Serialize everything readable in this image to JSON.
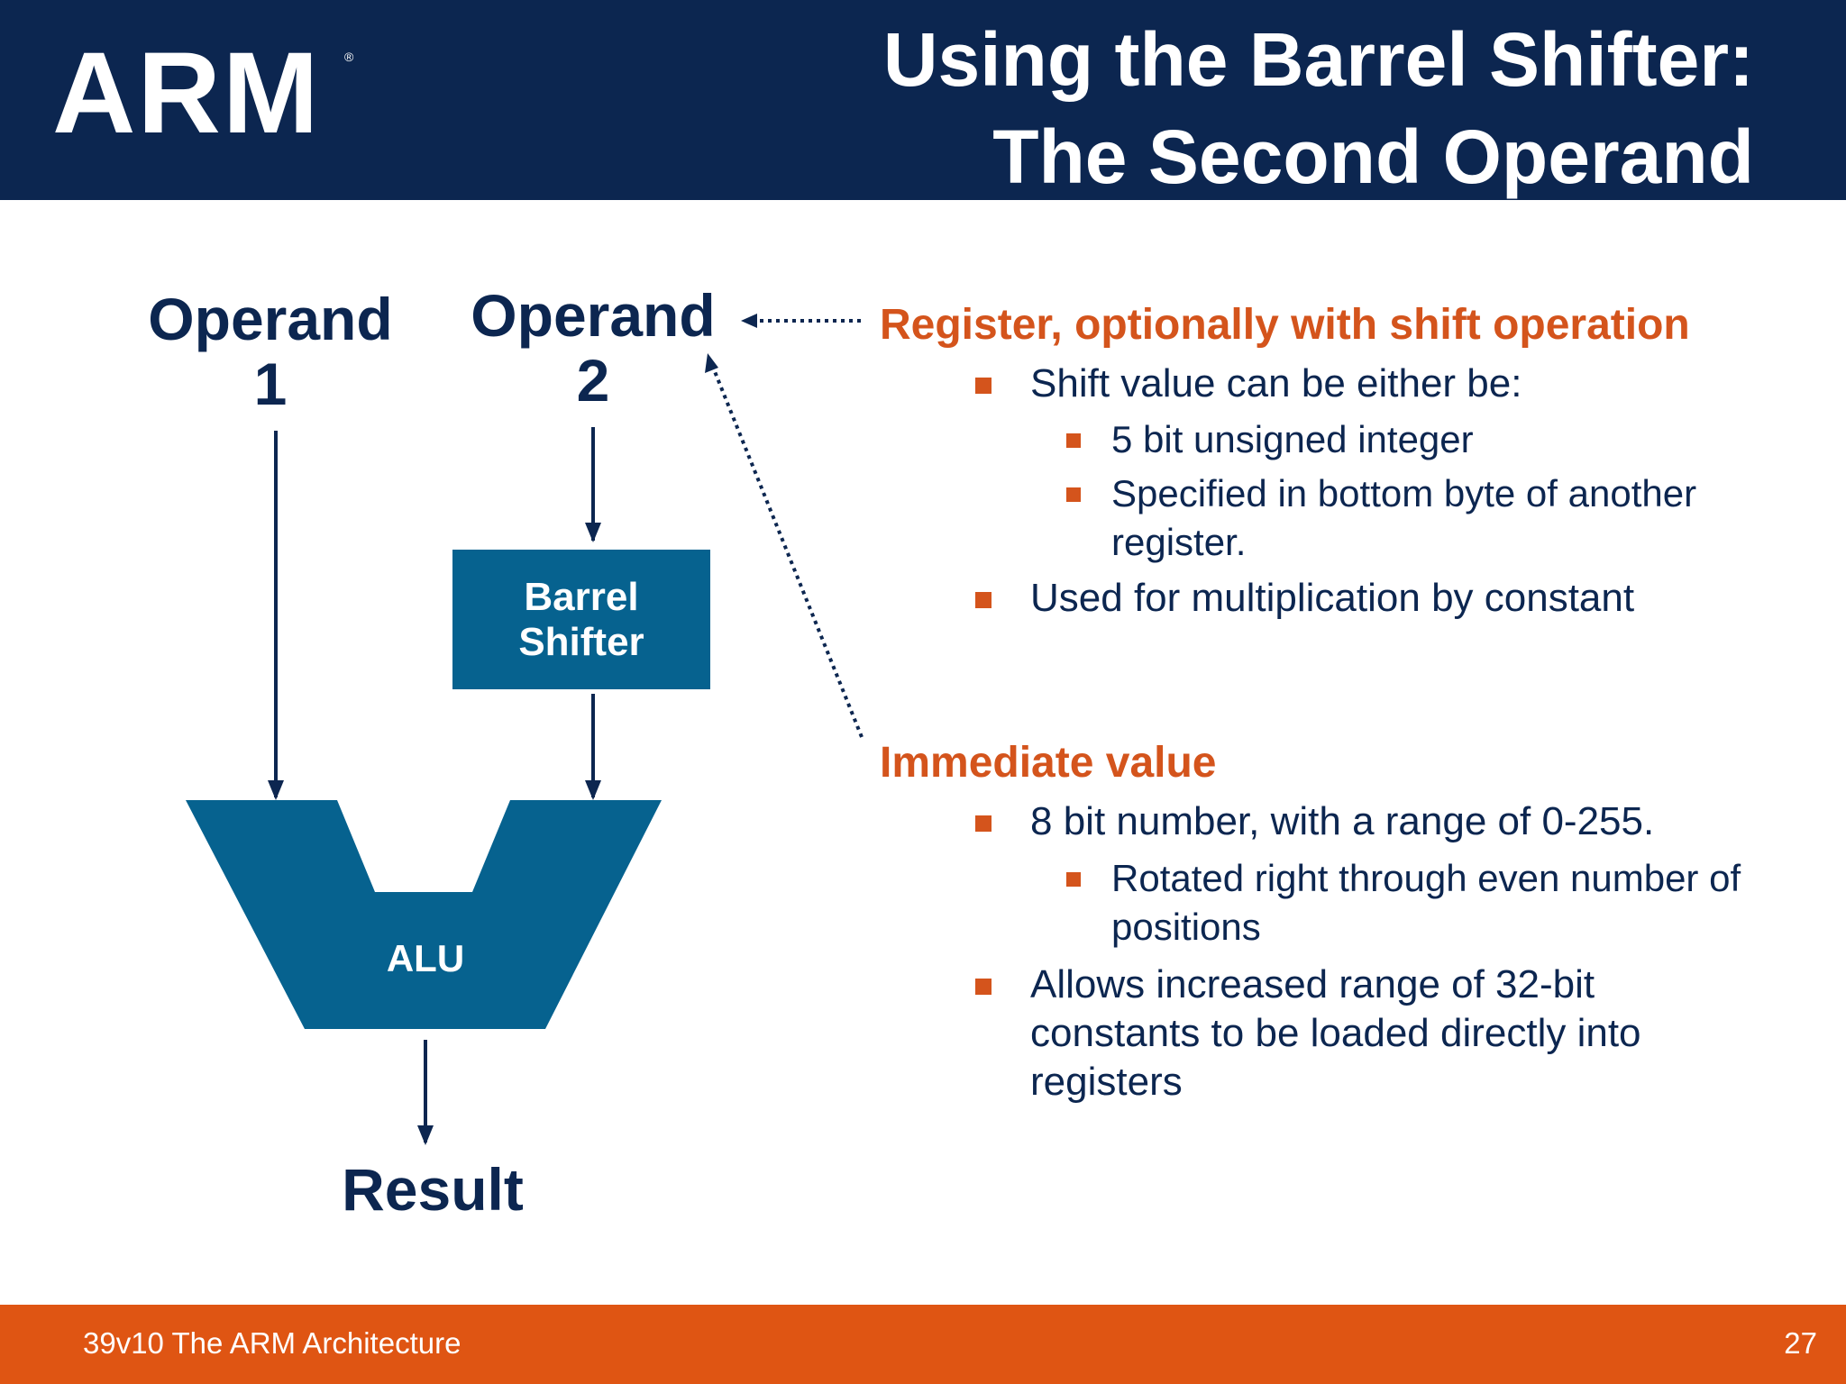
{
  "header": {
    "logo_text": "ARM",
    "logo_mark": "®",
    "title_line1": "Using the Barrel Shifter:",
    "title_line2": "The Second Operand"
  },
  "diagram": {
    "operand1_label": "Operand",
    "operand1_number": "1",
    "operand2_label": "Operand",
    "operand2_number": "2",
    "shifter_line1": "Barrel",
    "shifter_line2": "Shifter",
    "alu_label": "ALU",
    "result_label": "Result"
  },
  "register_section": {
    "heading": "Register, optionally with shift operation",
    "bullets": [
      "Shift value can be either be:",
      " 5 bit unsigned integer",
      "Specified in bottom byte of another register.",
      "Used for multiplication by constant"
    ]
  },
  "immediate_section": {
    "heading": "Immediate value",
    "bullets": [
      "8 bit number, with a range of 0-255.",
      "Rotated right through even number of positions",
      "Allows increased range of 32-bit constants to be loaded directly into registers"
    ]
  },
  "footer": {
    "left_text": "39v10 The ARM Architecture",
    "page_number": "27"
  },
  "colors": {
    "navy": "#0c2650",
    "accent_orange": "#d4541c",
    "block_blue": "#06628f",
    "footer_orange": "#df5513"
  }
}
